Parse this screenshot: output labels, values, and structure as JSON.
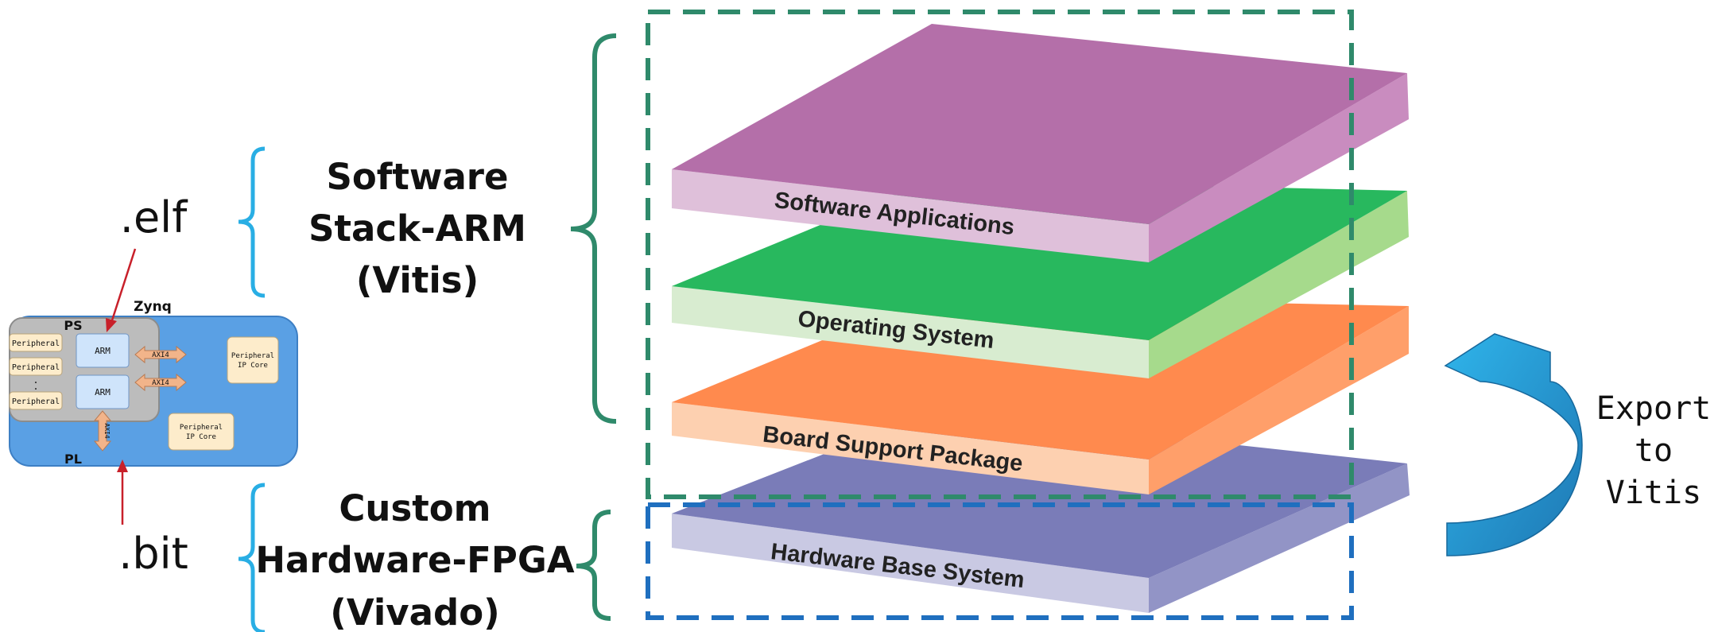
{
  "left_block": {
    "elf_label": ".elf",
    "bit_label": ".bit",
    "zynq": {
      "title": "Zynq",
      "ps_label": "PS",
      "pl_label": "PL",
      "peripherals": [
        "Peripheral",
        "Peripheral",
        "Peripheral"
      ],
      "ellipsis": ".",
      "arm_cores": [
        "ARM",
        "ARM"
      ],
      "axi_labels": [
        "AXI4",
        "AXI4",
        "AXI4"
      ],
      "ip_cores": [
        {
          "line1": "Peripheral",
          "line2": "IP Core"
        },
        {
          "line1": "Peripheral",
          "line2": "IP Core"
        }
      ]
    }
  },
  "software_group": {
    "lines": [
      "Software",
      "Stack-ARM",
      "(Vitis)"
    ]
  },
  "hardware_group": {
    "lines": [
      "Custom",
      "Hardware-FPGA",
      "(Vivado)"
    ]
  },
  "layers": [
    {
      "label": "Software Applications",
      "top_color": "#b46fa9",
      "front_color": "#dfc0da",
      "side_color": "#c98cbf"
    },
    {
      "label": "Operating  System",
      "top_color": "#28b85e",
      "front_color": "#d8ecd0",
      "side_color": "#a6da8c"
    },
    {
      "label": "Board  Support  Package",
      "top_color": "#ff8a4e",
      "front_color": "#fdd0b0",
      "side_color": "#ff9f6a"
    },
    {
      "label": "Hardware  Base  System",
      "top_color": "#7a7cb8",
      "front_color": "#c9c9e3",
      "side_color": "#9294c6"
    }
  ],
  "export_arrow": {
    "lines": [
      "Export",
      "to",
      "Vitis"
    ]
  },
  "colors": {
    "brace_left": "#29aee4",
    "brace_green": "#2f8a6b",
    "dash_green": "#2f8a6b",
    "dash_blue": "#1f6fbf",
    "red_arrow": "#c8202a",
    "zynq_bg": "#5aa0e4",
    "ps_bg": "#bcbcbc"
  }
}
